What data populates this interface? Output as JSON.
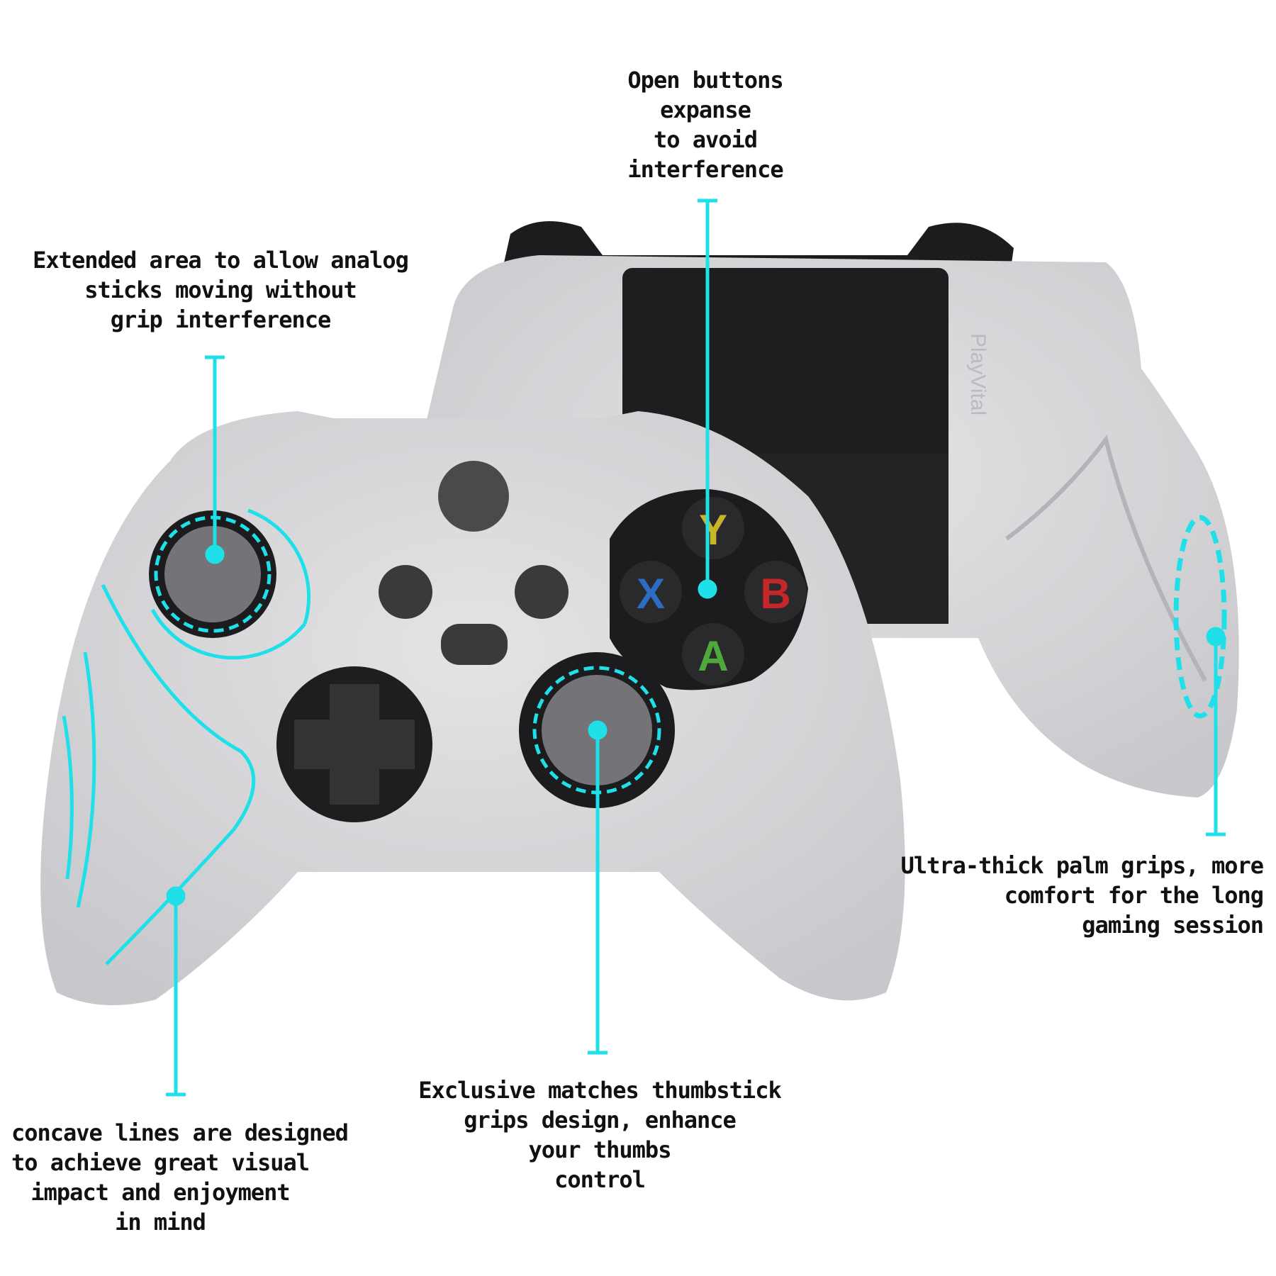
{
  "brand_watermark": "PlayVital",
  "accent_color": "#1fe0e8",
  "callouts": {
    "buttons_expanse": "Open buttons\nexpanse\nto avoid\ninterference",
    "analog_area": "Extended area to allow analog\nsticks moving without\ngrip interference",
    "palm_grips": "Ultra-thick palm grips, more\ncomfort for the long\ngaming session",
    "concave_lines": "3D concave lines are designed\nto achieve great visual\nimpact and enjoyment\nin mind",
    "thumbstick_grips": "Exclusive matches thumbstick\ngrips design, enhance\nyour thumbs\ncontrol"
  },
  "face_buttons": {
    "y": "Y",
    "x": "X",
    "b": "B",
    "a": "A"
  },
  "face_button_colors": {
    "y": "#c9b52a",
    "x": "#2b6cc4",
    "b": "#c4262a",
    "a": "#4fa83a"
  }
}
